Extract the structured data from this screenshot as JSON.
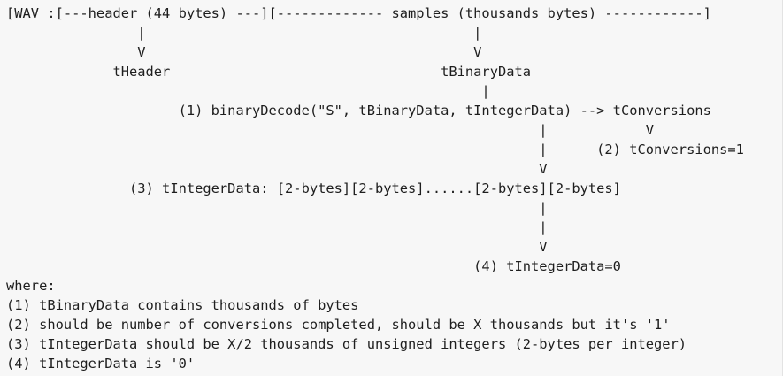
{
  "diagram": {
    "lines": [
      "[WAV :[---header (44 bytes) ---][------------- samples (thousands bytes) ------------]",
      "                |                                        |",
      "                V                                        V",
      "             tHeader                                 tBinaryData",
      "                                                          |",
      "                     (1) binaryDecode(\"S\", tBinaryData, tIntegerData) --> tConversions",
      "                                                                 |            V",
      "                                                                 |      (2) tConversions=1",
      "                                                                 V",
      "               (3) tIntegerData: [2-bytes][2-bytes]......[2-bytes][2-bytes]",
      "                                                                 |",
      "                                                                 |",
      "                                                                 V",
      "                                                         (4) tIntegerData=0"
    ]
  },
  "notes": {
    "heading": "where:",
    "items": [
      "(1) tBinaryData contains thousands of bytes",
      "(2) should be number of conversions completed, should be X thousands but it's '1'",
      "(3) tIntegerData should be X/2 thousands of unsigned integers (2-bytes per integer)",
      "(4) tIntegerData is '0'"
    ]
  }
}
